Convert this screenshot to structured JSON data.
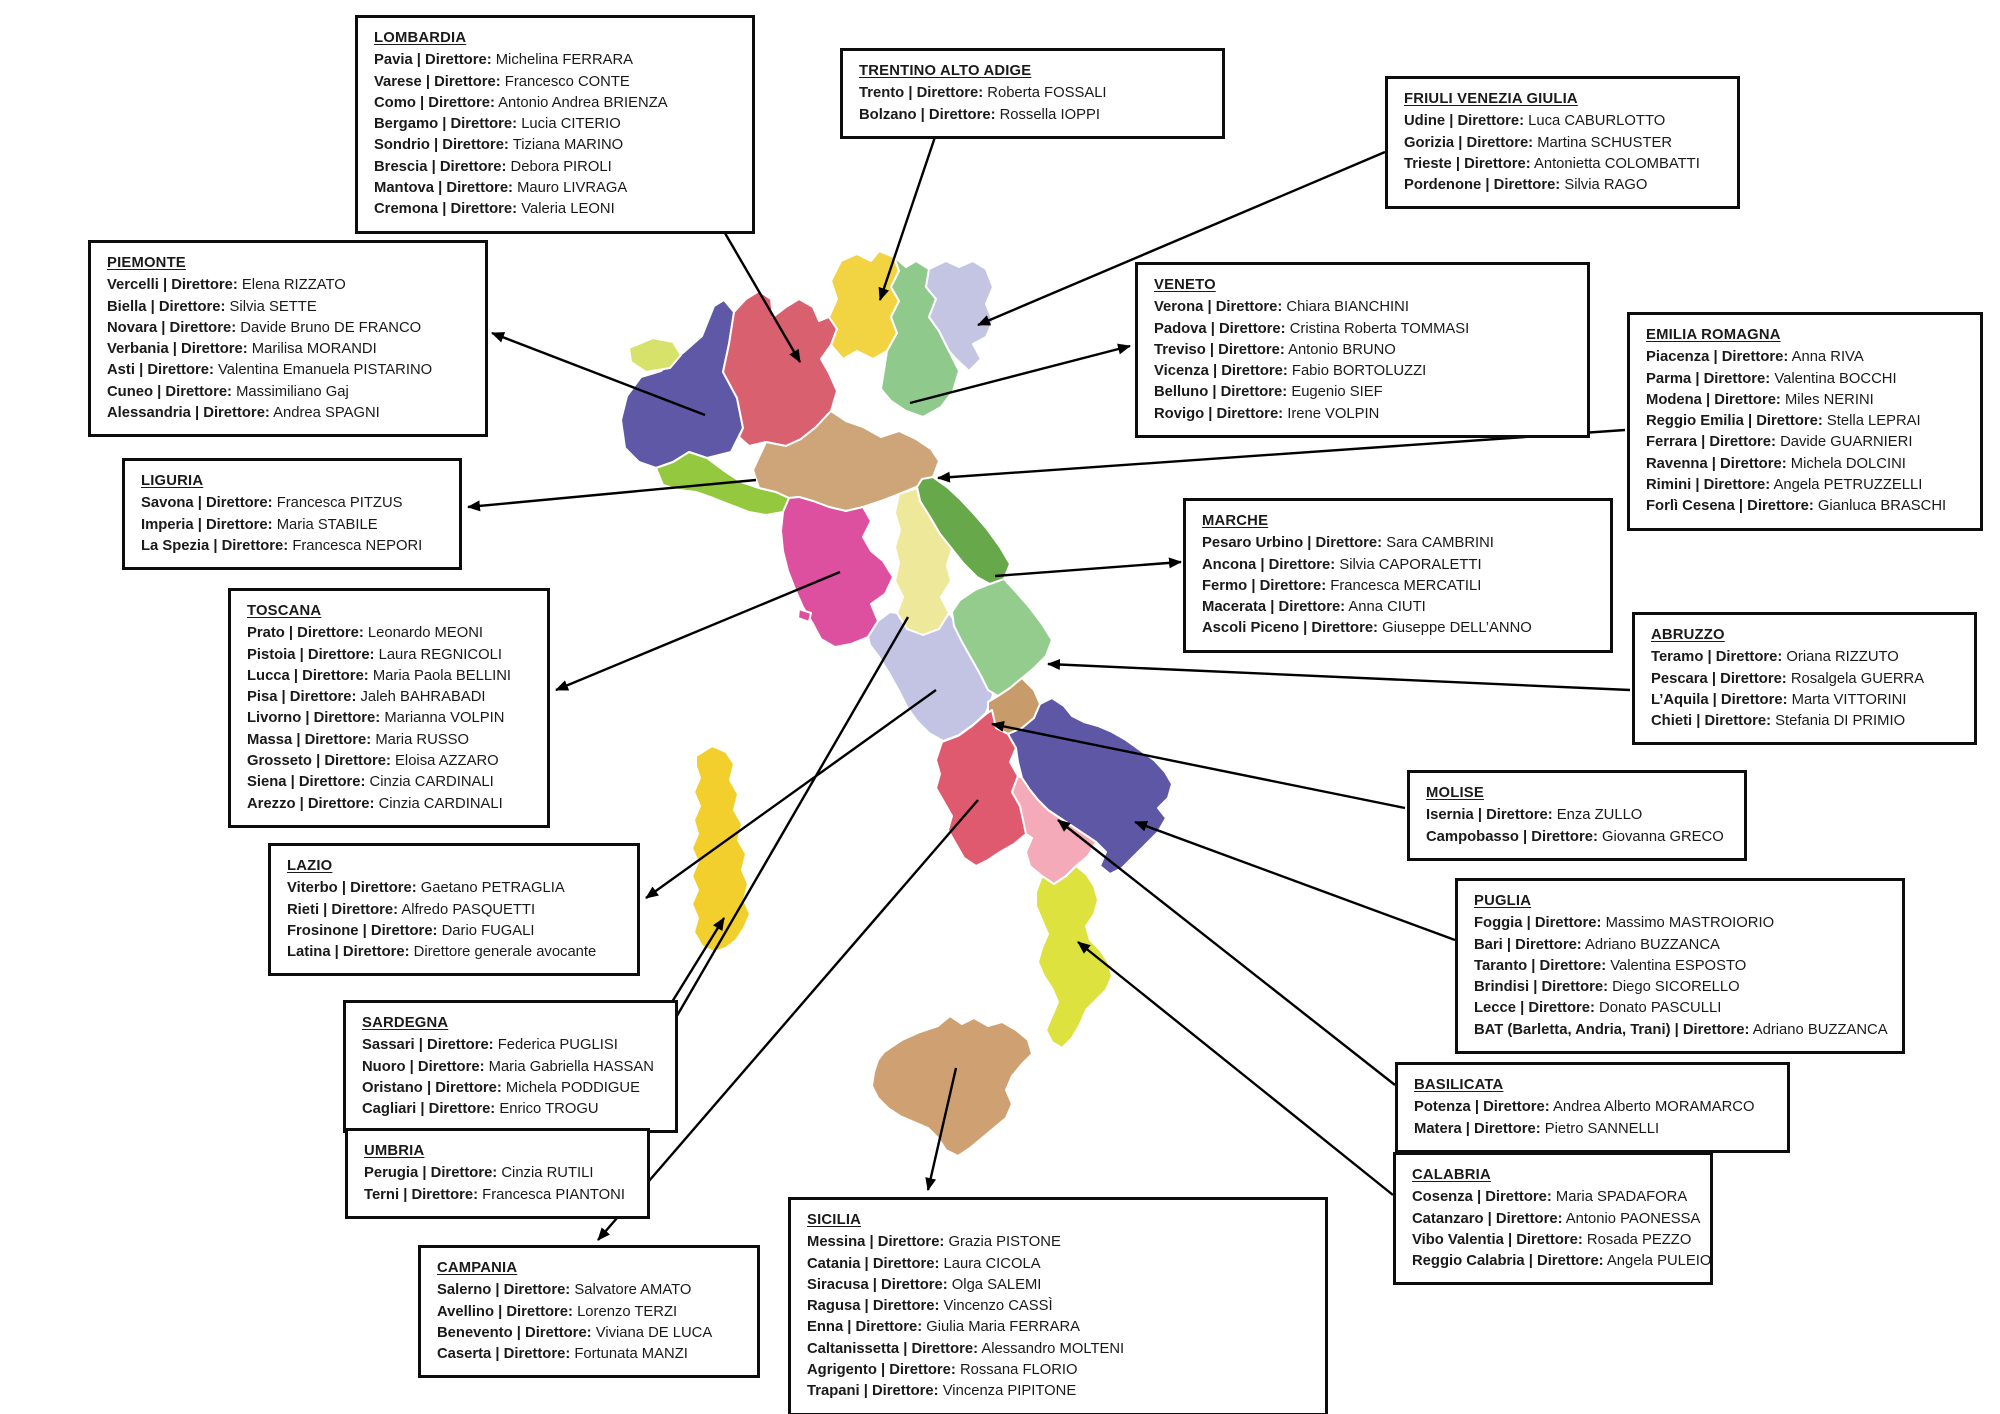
{
  "labels": {
    "direttore": "Direttore"
  },
  "map": {
    "colors": {
      "valledaosta": "#d7e26b",
      "piemonte": "#5f58a6",
      "lombardia": "#d9606f",
      "trentino": "#f2d443",
      "veneto": "#8fc98c",
      "friuli": "#c4c5e2",
      "liguria": "#94c83f",
      "emilia": "#cda578",
      "toscana": "#dd4f9f",
      "marche": "#67a94a",
      "umbria": "#eee89a",
      "lazio": "#c3c4e4",
      "abruzzo": "#94cc8e",
      "molise": "#c79c6a",
      "campania": "#e05a6f",
      "puglia": "#5d57a6",
      "basilicata": "#f4aab8",
      "calabria": "#dde23f",
      "sicilia": "#cfa071",
      "sardegna": "#f3cf2e"
    }
  },
  "boxes": [
    {
      "id": "lombardia",
      "title": "LOMBARDIA",
      "entries": [
        {
          "label": "Pavia",
          "director": "Michelina FERRARA"
        },
        {
          "label": "Varese",
          "director": "Francesco CONTE"
        },
        {
          "label": "Como",
          "director": "Antonio Andrea BRIENZA"
        },
        {
          "label": "Bergamo",
          "director": "Lucia CITERIO"
        },
        {
          "label": "Sondrio",
          "director": "Tiziana MARINO"
        },
        {
          "label": "Brescia",
          "director": "Debora PIROLI"
        },
        {
          "label": "Mantova",
          "director": "Mauro LIVRAGA"
        },
        {
          "label": "Cremona",
          "director": "Valeria LEONI"
        }
      ]
    },
    {
      "id": "trentino",
      "title": "TRENTINO ALTO ADIGE",
      "entries": [
        {
          "label": "Trento",
          "director": "Roberta FOSSALI"
        },
        {
          "label": "Bolzano",
          "director": "Rossella IOPPI"
        }
      ]
    },
    {
      "id": "friuli",
      "title": "FRIULI VENEZIA GIULIA",
      "entries": [
        {
          "label": "Udine",
          "director": "Luca CABURLOTTO"
        },
        {
          "label": "Gorizia",
          "director": "Martina SCHUSTER"
        },
        {
          "label": "Trieste",
          "director": "Antonietta COLOMBATTI"
        },
        {
          "label": "Pordenone",
          "director": "Silvia RAGO"
        }
      ]
    },
    {
      "id": "piemonte",
      "title": "PIEMONTE",
      "entries": [
        {
          "label": "Vercelli",
          "director": "Elena RIZZATO"
        },
        {
          "label": "Biella",
          "director": "Silvia SETTE"
        },
        {
          "label": "Novara",
          "director": "Davide Bruno DE FRANCO"
        },
        {
          "label": "Verbania",
          "director": "Marilisa MORANDI"
        },
        {
          "label": "Asti",
          "director": "Valentina Emanuela PISTARINO"
        },
        {
          "label": "Cuneo",
          "director": "Massimiliano Gaj"
        },
        {
          "label": "Alessandria",
          "director": "Andrea SPAGNI"
        }
      ]
    },
    {
      "id": "veneto",
      "title": "VENETO",
      "entries": [
        {
          "label": "Verona",
          "director": "Chiara BIANCHINI"
        },
        {
          "label": "Padova",
          "director": "Cristina Roberta TOMMASI"
        },
        {
          "label": "Treviso",
          "director": "Antonio BRUNO"
        },
        {
          "label": "Vicenza",
          "director": "Fabio BORTOLUZZI"
        },
        {
          "label": "Belluno",
          "director": "Eugenio SIEF"
        },
        {
          "label": "Rovigo",
          "director": "Irene VOLPIN"
        }
      ]
    },
    {
      "id": "emilia",
      "title": "EMILIA ROMAGNA",
      "entries": [
        {
          "label": "Piacenza",
          "director": "Anna RIVA"
        },
        {
          "label": "Parma",
          "director": "Valentina BOCCHI"
        },
        {
          "label": "Modena",
          "director": "Miles NERINI"
        },
        {
          "label": "Reggio Emilia",
          "director": "Stella LEPRAI"
        },
        {
          "label": "Ferrara",
          "director": "Davide GUARNIERI"
        },
        {
          "label": "Ravenna",
          "director": "Michela DOLCINI"
        },
        {
          "label": "Rimini",
          "director": "Angela PETRUZZELLI"
        },
        {
          "label": "Forlì Cesena",
          "director": "Gianluca BRASCHI"
        }
      ]
    },
    {
      "id": "liguria",
      "title": "LIGURIA",
      "entries": [
        {
          "label": "Savona",
          "director": "Francesca PITZUS"
        },
        {
          "label": "Imperia",
          "director": "Maria STABILE"
        },
        {
          "label": "La Spezia",
          "director": "Francesca NEPORI"
        }
      ]
    },
    {
      "id": "toscana",
      "title": "TOSCANA",
      "entries": [
        {
          "label": "Prato",
          "director": "Leonardo MEONI"
        },
        {
          "label": "Pistoia",
          "director": "Laura REGNICOLI"
        },
        {
          "label": "Lucca",
          "director": "Maria Paola BELLINI"
        },
        {
          "label": "Pisa",
          "director": "Jaleh BAHRABADI"
        },
        {
          "label": "Livorno",
          "director": "Marianna VOLPIN"
        },
        {
          "label": "Massa",
          "director": "Maria RUSSO"
        },
        {
          "label": "Grosseto",
          "director": "Eloisa AZZARO"
        },
        {
          "label": "Siena",
          "director": "Cinzia CARDINALI"
        },
        {
          "label": "Arezzo",
          "director": "Cinzia CARDINALI"
        }
      ]
    },
    {
      "id": "marche",
      "title": "MARCHE",
      "entries": [
        {
          "label": "Pesaro Urbino",
          "director": "Sara CAMBRINI"
        },
        {
          "label": "Ancona",
          "director": "Silvia CAPORALETTI"
        },
        {
          "label": "Fermo",
          "director": "Francesca MERCATILI"
        },
        {
          "label": "Macerata",
          "director": "Anna CIUTI"
        },
        {
          "label": "Ascoli Piceno",
          "director": "Giuseppe DELL’ANNO"
        }
      ]
    },
    {
      "id": "abruzzo",
      "title": "ABRUZZO",
      "entries": [
        {
          "label": "Teramo",
          "director": "Oriana RIZZUTO"
        },
        {
          "label": "Pescara",
          "director": "Rosalgela GUERRA"
        },
        {
          "label": "L’Aquila",
          "director": "Marta VITTORINI"
        },
        {
          "label": "Chieti",
          "director": "Stefania DI PRIMIO"
        }
      ]
    },
    {
      "id": "lazio",
      "title": "LAZIO",
      "entries": [
        {
          "label": "Viterbo",
          "director": "Gaetano PETRAGLIA"
        },
        {
          "label": "Rieti",
          "director": "Alfredo PASQUETTI"
        },
        {
          "label": "Frosinone",
          "director": "Dario FUGALI"
        },
        {
          "label": "Latina",
          "director": "Direttore generale avocante"
        }
      ]
    },
    {
      "id": "molise",
      "title": "MOLISE",
      "entries": [
        {
          "label": "Isernia",
          "director": "Enza ZULLO"
        },
        {
          "label": "Campobasso",
          "director": "Giovanna GRECO"
        }
      ]
    },
    {
      "id": "sardegna",
      "title": "SARDEGNA",
      "entries": [
        {
          "label": "Sassari",
          "director": "Federica PUGLISI"
        },
        {
          "label": "Nuoro",
          "director": "Maria Gabriella HASSAN"
        },
        {
          "label": "Oristano",
          "director": "Michela PODDIGUE"
        },
        {
          "label": "Cagliari",
          "director": "Enrico TROGU"
        }
      ]
    },
    {
      "id": "puglia",
      "title": "PUGLIA",
      "entries": [
        {
          "label": "Foggia",
          "director": "Massimo MASTROIORIO"
        },
        {
          "label": "Bari",
          "director": "Adriano BUZZANCA"
        },
        {
          "label": "Taranto",
          "director": "Valentina ESPOSTO"
        },
        {
          "label": "Brindisi",
          "director": "Diego SICORELLO"
        },
        {
          "label": "Lecce",
          "director": "Donato PASCULLI"
        },
        {
          "label": "BAT (Barletta, Andria, Trani)",
          "director": "Adriano BUZZANCA"
        }
      ]
    },
    {
      "id": "umbria",
      "title": "UMBRIA",
      "entries": [
        {
          "label": "Perugia",
          "director": "Cinzia RUTILI"
        },
        {
          "label": "Terni",
          "director": "Francesca PIANTONI"
        }
      ]
    },
    {
      "id": "basilicata",
      "title": "BASILICATA",
      "entries": [
        {
          "label": "Potenza",
          "director": "Andrea Alberto MORAMARCO"
        },
        {
          "label": "Matera",
          "director": "Pietro SANNELLI"
        }
      ]
    },
    {
      "id": "campania",
      "title": "CAMPANIA",
      "entries": [
        {
          "label": "Salerno",
          "director": "Salvatore AMATO"
        },
        {
          "label": "Avellino",
          "director": "Lorenzo TERZI"
        },
        {
          "label": "Benevento",
          "director": "Viviana DE LUCA"
        },
        {
          "label": "Caserta",
          "director": "Fortunata MANZI"
        }
      ]
    },
    {
      "id": "calabria",
      "title": "CALABRIA",
      "entries": [
        {
          "label": "Cosenza",
          "director": "Maria SPADAFORA"
        },
        {
          "label": "Catanzaro",
          "director": "Antonio PAONESSA"
        },
        {
          "label": "Vibo Valentia",
          "director": "Rosada PEZZO"
        },
        {
          "label": "Reggio Calabria",
          "director": "Angela PULEIO"
        }
      ]
    },
    {
      "id": "sicilia",
      "title": "SICILIA",
      "entries": [
        {
          "label": "Messina",
          "director": "Grazia PISTONE"
        },
        {
          "label": "Catania",
          "director": "Laura CICOLA"
        },
        {
          "label": "Siracusa",
          "director": "Olga SALEMI"
        },
        {
          "label": "Ragusa",
          "director": "Vincenzo CASSÌ"
        },
        {
          "label": "Enna",
          "director": "Giulia Maria FERRARA"
        },
        {
          "label": "Caltanissetta",
          "director": "Alessandro MOLTENI"
        },
        {
          "label": "Agrigento",
          "director": "Rossana FLORIO"
        },
        {
          "label": "Trapani",
          "director": "Vincenza PIPITONE"
        }
      ]
    }
  ]
}
